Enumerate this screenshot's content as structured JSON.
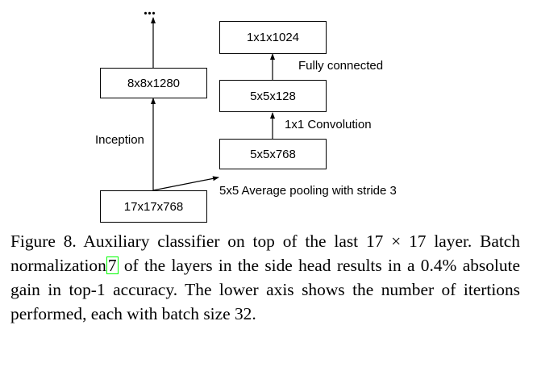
{
  "diagram": {
    "nodes": {
      "n_17x17x768": "17x17x768",
      "n_8x8x1280": "8x8x1280",
      "n_5x5x768": "5x5x768",
      "n_5x5x128": "5x5x128",
      "n_1x1x1024": "1x1x1024"
    },
    "edge_labels": {
      "inception": "Inception",
      "avg_pool": "5x5 Average pooling with stride 3",
      "conv": "1x1 Convolution",
      "fc": "Fully connected"
    },
    "continuation": "..."
  },
  "caption": {
    "part1": "Figure 8. Auxiliary classifier on top of the last 17 × 17 layer. Batch normalization",
    "cite": "7",
    "part2": " of the layers in the side head results in a 0.4% absolute gain in top-1 accuracy. The lower axis shows the number of itertions performed, each with batch size 32."
  }
}
